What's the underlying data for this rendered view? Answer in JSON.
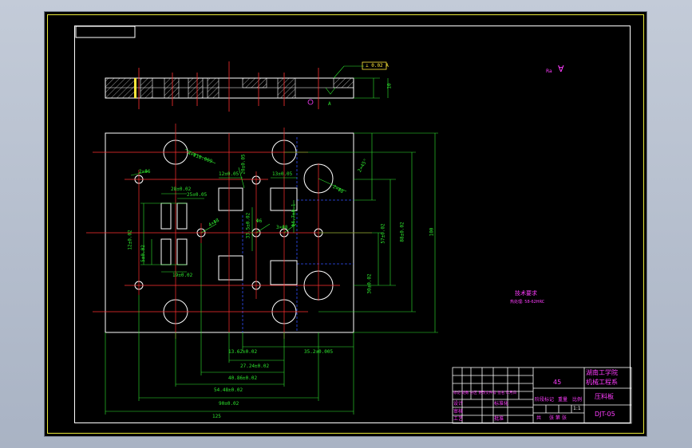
{
  "drawing": {
    "material": "45",
    "school_line1": "湖南工学院",
    "school_line2": "机械工程系",
    "part_name": "压料板",
    "drawing_number": "DJT-05",
    "tech_req_title": "技术要求",
    "tech_req_text": "热处理: 58-62HRC",
    "roughness_note": "Ra",
    "title_block_labels": {
      "design": "设计",
      "check": "审核",
      "process": "工艺",
      "standard": "标准化",
      "approve": "批准",
      "stage_mark": "阶段标记",
      "weight": "重量",
      "scale": "比例",
      "scale_value": "1:1",
      "sheet": "共",
      "sheets_of": "张 第 张",
      "mark_row": "标记 处数 分区 更改文件号 签名 年月日"
    },
    "dimensions": {
      "overall_width": "125",
      "d_90": "90±0.02",
      "d_54": "54.48±0.02",
      "d_40": "40.86±0.02",
      "d_27": "27.24±0.02",
      "d_13": "13.62±0.02",
      "d_35": "35.2±0.005",
      "overall_height": "100",
      "d_88": "88±0.02",
      "d_57": "57±0.02",
      "d_30": "30±0.02",
      "d_2x": "2×45°",
      "d_12a": "12±0.05",
      "d_13a": "13±0.05",
      "d_20a": "20±0.05",
      "d_28": "28±0.02",
      "d_25": "25±0.05",
      "d_19": "19±0.02",
      "d_12v": "12±0.02",
      "d_5": "5±0.02",
      "d_33": "33.5±0.02",
      "d_4": "4×Φ8",
      "d_6": "Φ6",
      "d_h6": "2×Φ6",
      "d_hole3": "3×Φ8",
      "d_phi10": "4×Φ10.009",
      "d_phi3": "Φ4.7±0.1",
      "d_2phi": "2×Φ8",
      "side_gdt": "⊥ 0.02 A",
      "side_thick": "10",
      "side_flat": "A"
    }
  }
}
